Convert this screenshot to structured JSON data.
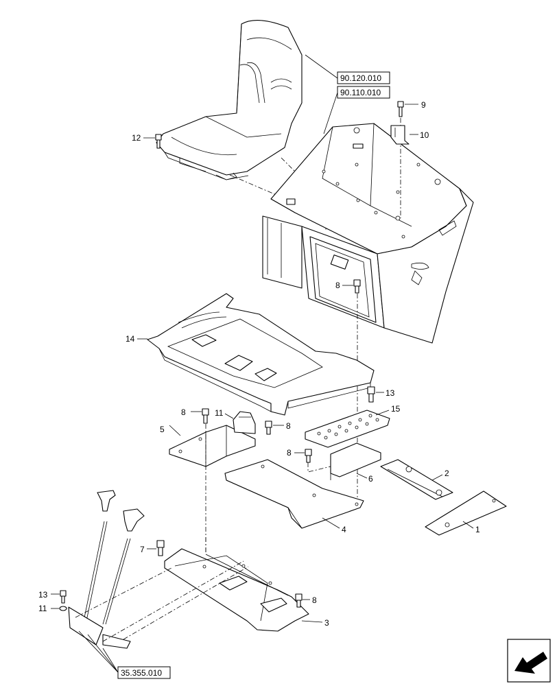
{
  "references": {
    "seat": "90.120.010",
    "platform": "90.110.010",
    "controls": "35.355.010"
  },
  "callouts": {
    "c1": "1",
    "c2": "2",
    "c3": "3",
    "c4": "4",
    "c5": "5",
    "c6": "6",
    "c7": "7",
    "c8a": "8",
    "c8b": "8",
    "c8c": "8",
    "c8d": "8",
    "c8e": "8",
    "c9": "9",
    "c10": "10",
    "c11a": "11",
    "c11b": "11",
    "c12": "12",
    "c13a": "13",
    "c13b": "13",
    "c14": "14",
    "c15": "15"
  },
  "icons": {
    "nav": "arrow-nav-icon"
  }
}
